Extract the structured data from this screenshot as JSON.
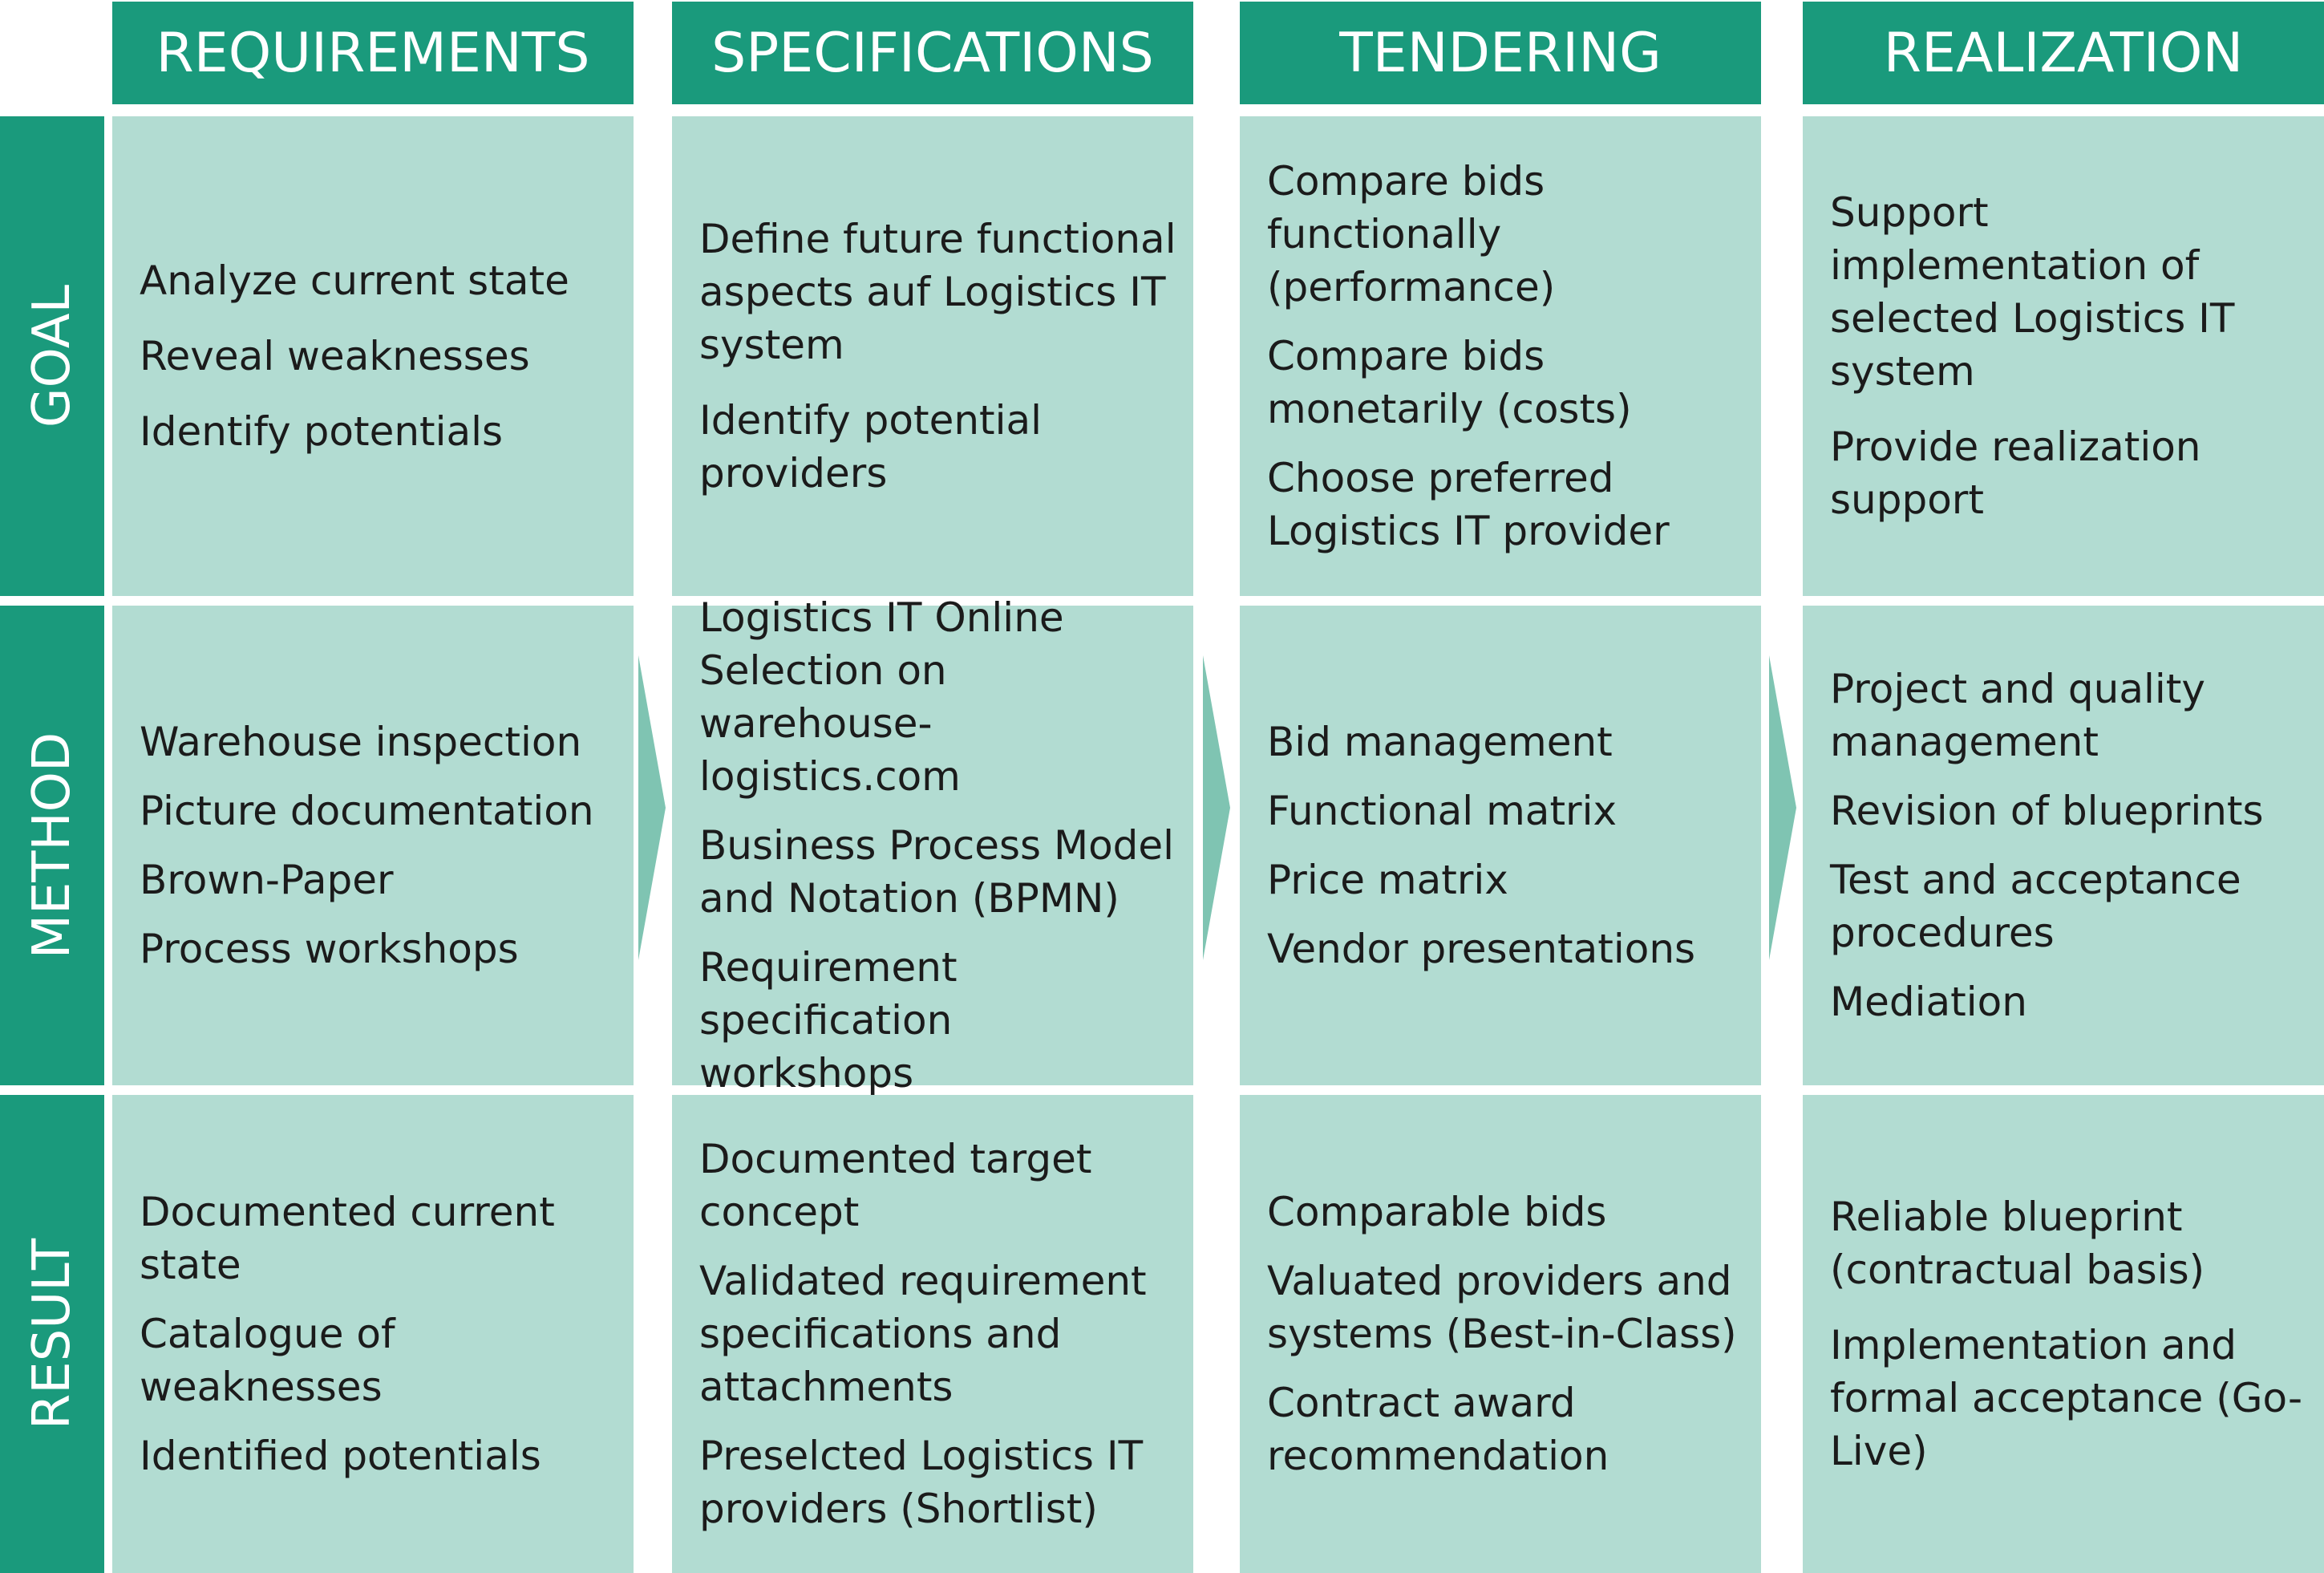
{
  "columns": [
    "REQUIREMENTS",
    "SPECIFICATIONS",
    "TENDERING",
    "REALIZATION"
  ],
  "rows": [
    "GOAL",
    "METHOD",
    "RESULT"
  ],
  "cells": {
    "goal": [
      [
        "Analyze current state",
        "Reveal weaknesses",
        "Identify potentials"
      ],
      [
        "Define future functional aspects auf Logistics IT system",
        "Identify potential providers"
      ],
      [
        "Compare bids functionally (performance)",
        "Compare bids monetarily (costs)",
        "Choose preferred Logistics IT provider"
      ],
      [
        "Support implementation of selected Logistics IT system",
        "Provide realization support"
      ]
    ],
    "method": [
      [
        "Warehouse inspection",
        "Picture documentation",
        "Brown-Paper",
        "Process workshops"
      ],
      [
        "Logistics IT Online Selection on warehouse-logistics.com",
        "Business Process Model and Notation (BPMN)",
        "Requirement specification workshops"
      ],
      [
        "Bid management",
        "Functional matrix",
        "Price matrix",
        "Vendor presentations"
      ],
      [
        "Project and quality management",
        "Revision of blueprints",
        "Test and acceptance procedures",
        "Mediation"
      ]
    ],
    "result": [
      [
        "Documented current state",
        "Catalogue of weaknesses",
        "Identified potentials"
      ],
      [
        "Documented target concept",
        "Validated requirement specifications and attachments",
        "Preselcted Logistics IT providers (Shortlist)"
      ],
      [
        "Comparable bids",
        "Valuated providers and systems (Best-in-Class)",
        "Contract award recommendation"
      ],
      [
        "Reliable blueprint (contractual basis)",
        "Implementation and formal acceptance (Go-Live)"
      ]
    ]
  },
  "colors": {
    "header": "#1a9a7c",
    "cell": "#b2dcd2",
    "arrow": "#7fc4b2"
  }
}
